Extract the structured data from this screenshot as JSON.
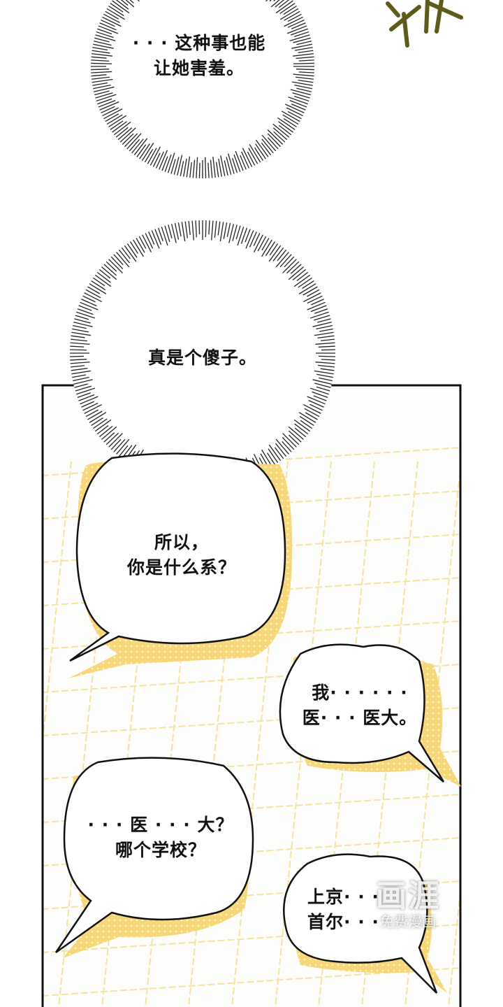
{
  "sfx": "笑咳",
  "bubbles": {
    "thought1": "· · · 这种事也能\n让她害羞。",
    "thought2": "真是个傻子。",
    "speech1": "所以，\n你是什么系？",
    "speech2": "我· · · · · ·\n医· · · 医大。",
    "speech3": "· · · 医 · · · 大？\n哪个学校？",
    "speech4": "上京· · ·\n首尔· · ·"
  },
  "watermark": {
    "logo": "画涯",
    "tagline": "免费漫画"
  },
  "colors": {
    "shadow": "#f7d77a",
    "grid": "#f3e2a0",
    "sfx": "#5e5a1a",
    "panel_border": "#111111"
  }
}
